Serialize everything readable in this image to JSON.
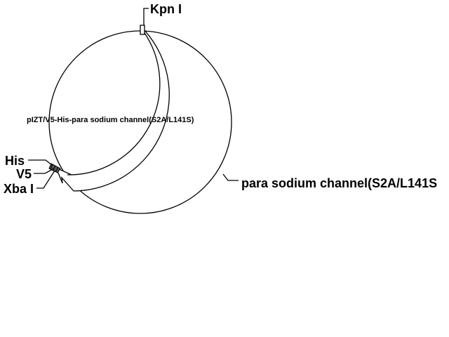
{
  "diagram": {
    "plasmid_name": "pIZT/V5-His-para sodium channel(S2A/L141S)",
    "features": {
      "kpn": "Kpn I",
      "insert": "para sodium channel(S2A/L141S",
      "his": "His",
      "v5": "V5",
      "xba": "Xba I"
    }
  },
  "colors": {
    "line": "#000000",
    "background": "#ffffff"
  }
}
